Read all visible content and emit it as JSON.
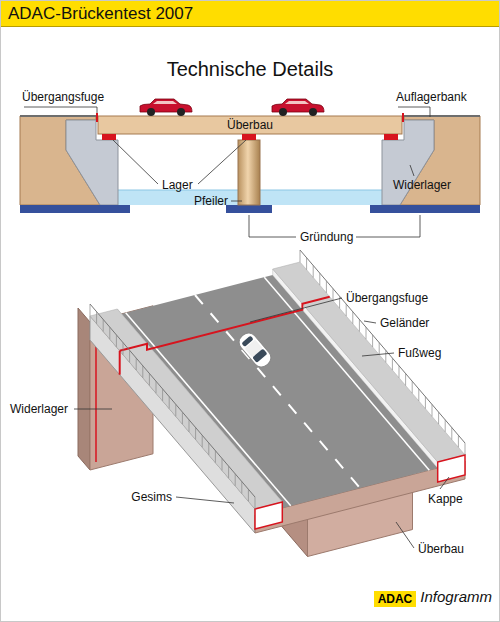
{
  "diagram": {
    "title": "ADAC-Brückentest 2007",
    "nodes": [
      {
        "text": [
          "ADAC"
        ]
      }
    ],
    "labels": [
      "Technische Details",
      "Übergangsfuge",
      "Auflagerbank",
      "Überbau",
      "Lager",
      "Widerlager",
      "Pfeiler",
      "Gründung",
      "Übergangsfuge",
      "Geländer",
      "Fußweg",
      "Widerlager",
      "Gesims",
      "Kappe",
      "Überbau",
      "Infogramm"
    ]
  }
}
